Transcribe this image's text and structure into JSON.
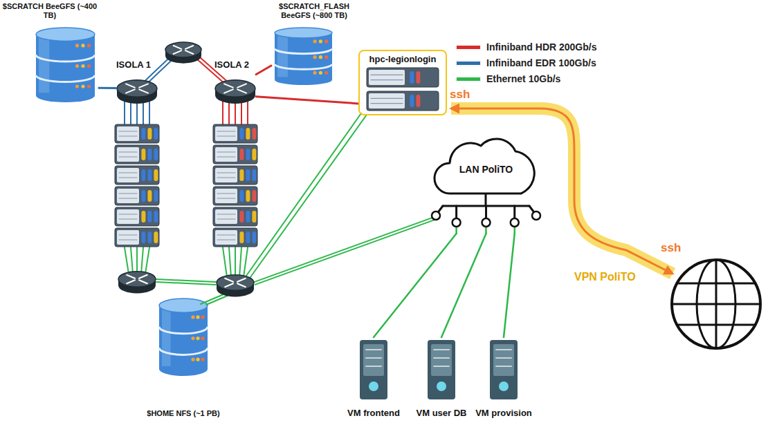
{
  "diagram": {
    "nodes": [
      {
        "text": [
          "$SCRATCH BeeGFS (~400 TB)"
        ]
      },
      {
        "text": [
          "ISOLA 1"
        ]
      },
      {
        "text": [
          "ISOLA 2"
        ]
      },
      {
        "text": [
          "$SCRATCH_FLASH BeeGFS (~800 TB)"
        ]
      },
      {
        "text": [
          "hpc-legionlogin"
        ]
      },
      {
        "text": [
          "LAN PoliTO"
        ]
      },
      {
        "text": [
          "$HOME NFS (~1 PB)"
        ]
      },
      {
        "text": [
          "VM frontend"
        ]
      },
      {
        "text": [
          "VM user DB"
        ]
      },
      {
        "text": [
          "VM provision"
        ]
      }
    ],
    "edges": [
      {
        "from": 0,
        "to": 1,
        "arrow": "none"
      },
      {
        "from": 2,
        "to": 3,
        "arrow": "none"
      },
      {
        "from": 2,
        "to": 4,
        "arrow": "none"
      },
      {
        "from": 5,
        "to": 7,
        "arrow": "none"
      },
      {
        "from": 5,
        "to": 8,
        "arrow": "none"
      },
      {
        "from": 5,
        "to": 9,
        "arrow": "none"
      }
    ],
    "labels": [
      "ssh",
      "ssh",
      "VPN PoliTO"
    ],
    "legend": [
      {
        "text": "Infiniband HDR 200Gb/s",
        "color": "#d62c2c"
      },
      {
        "text": "Infiniband EDR 100Gb/s",
        "color": "#2f6fa8"
      },
      {
        "text": "Ethernet 10Gb/s",
        "color": "#2db84a"
      }
    ]
  }
}
